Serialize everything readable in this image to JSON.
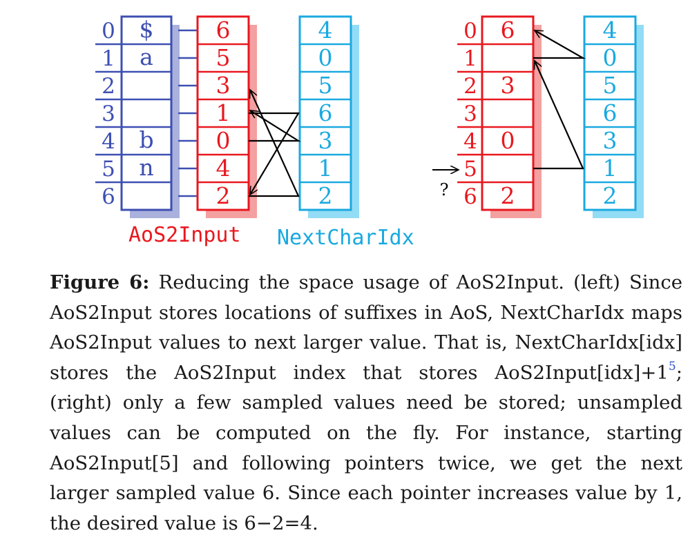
{
  "colors": {
    "blue": "#3d4fb2",
    "blue_shadow": "#a9b1dc",
    "red": "#e8181f",
    "red_shadow": "#f4a0a0",
    "cyan": "#1aa9e0",
    "cyan_shadow": "#93dcf5",
    "arrow": "#000000"
  },
  "diagram": {
    "left": {
      "row_indices": [
        "0",
        "1",
        "2",
        "3",
        "4",
        "5",
        "6"
      ],
      "input_chars": [
        "$",
        "a",
        "",
        "",
        "b",
        "n",
        ""
      ],
      "aos2input": [
        "6",
        "5",
        "3",
        "1",
        "0",
        "4",
        "2"
      ],
      "nextcharidx": [
        "4",
        "0",
        "5",
        "6",
        "3",
        "1",
        "2"
      ]
    },
    "right": {
      "row_indices": [
        "0",
        "1",
        "2",
        "3",
        "4",
        "5",
        "6"
      ],
      "sampled_values": [
        "6",
        "",
        "3",
        "",
        "0",
        "",
        "2"
      ],
      "nextcharidx": [
        "4",
        "0",
        "5",
        "6",
        "3",
        "1",
        "2"
      ],
      "question_mark": "?"
    },
    "labels": {
      "aos2input": "AoS2Input",
      "nextcharidx": "NextCharIdx"
    }
  },
  "caption": {
    "label": "Figure 6:",
    "text_before_footnote": "Reducing the space usage of AoS2Input. (left) Since AoS2Input stores locations of suffixes in AoS, NextCharIdx maps AoS2Input values to next larger value. That is, NextCharIdx[idx] stores the AoS2Input index that stores AoS2Input[idx]+1",
    "footnote_mark": "5",
    "text_after_footnote": "; (right) only a few sampled values need be stored; unsampled values can be computed on the fly. For instance, starting AoS2Input[5] and following pointers twice, we get the next larger sampled value 6. Since each pointer increases value by 1, the desired value is 6−2=4."
  }
}
